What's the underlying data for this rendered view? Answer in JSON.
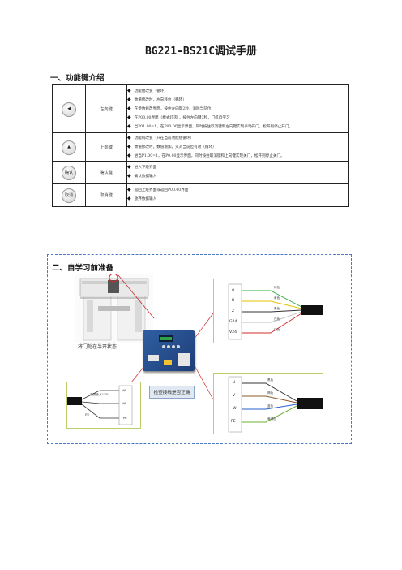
{
  "title": "BG221-BS21C调试手册",
  "section1": {
    "heading": "一、功能键介绍",
    "rows": [
      {
        "icon": "◀",
        "name": "左向键",
        "lines": [
          "功能组改变（循环）",
          "数值修改时，左向移位（循环）",
          "在参数修改界面，按住左向键2秒，清除当前位",
          "在P00.00界面（模式灯灭），按住左向键3秒，门机自学习",
          "当P01.00=1，在P00.00显示界面，同时按住取消键和左向键实现手动开门，松开则停止开门。"
        ]
      },
      {
        "icon": "▲",
        "name": "上向键",
        "lines": [
          "功能码改变（只在当前功能组循环）",
          "数值修改时，数值增加，只对当前位有效（循环）",
          "进当P1.00=1，在P0.00显示界面，同时按住取消键和上向键实现关门，松开则停止关门。"
        ]
      },
      {
        "icon": "确认",
        "name": "确认键",
        "lines": [
          "进入下级界面",
          "确认数据输入"
        ]
      },
      {
        "icon": "取消",
        "name": "取消键",
        "lines": [
          "返回上级界面或返回P00.00界面",
          "放弃数据输入"
        ]
      }
    ]
  },
  "section2": {
    "heading": "二、自学习前准备",
    "door_note": "将门处在半开状态",
    "check_note": "检查接线是否正确",
    "signal_terminals": [
      "A",
      "B",
      "Z",
      "G24",
      "V24"
    ],
    "signal_wires": [
      "绿色",
      "黄色",
      "黑色",
      "白色",
      "红色"
    ],
    "motor_terminals": [
      "U",
      "V",
      "W",
      "PE"
    ],
    "motor_wires": [
      "黑色",
      "褐色",
      "蓝色",
      "黄绿色"
    ],
    "power_label": "电源输入220V",
    "power_terminals": [
      "N/L",
      "N/L",
      "PE"
    ]
  },
  "colors": {
    "dashed_border": "#4a78c2",
    "controller_blue": "#2f5fa3",
    "callout_red": "#d12b2b",
    "frame_green": "#b8cf6a"
  }
}
